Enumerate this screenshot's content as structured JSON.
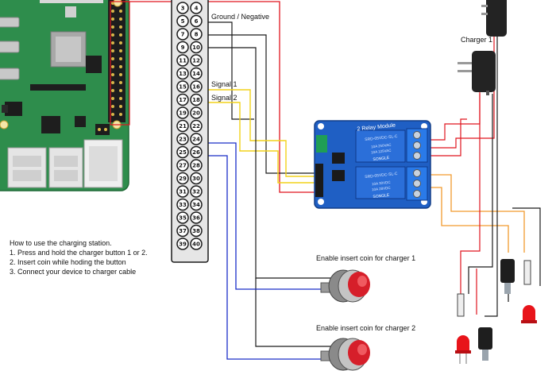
{
  "header": {
    "pins": [
      [
        "3",
        "4"
      ],
      [
        "5",
        "6"
      ],
      [
        "7",
        "8"
      ],
      [
        "9",
        "10"
      ],
      [
        "11",
        "12"
      ],
      [
        "13",
        "14"
      ],
      [
        "15",
        "16"
      ],
      [
        "17",
        "18"
      ],
      [
        "19",
        "20"
      ],
      [
        "21",
        "22"
      ],
      [
        "23",
        "24"
      ],
      [
        "25",
        "26"
      ],
      [
        "27",
        "28"
      ],
      [
        "29",
        "30"
      ],
      [
        "31",
        "32"
      ],
      [
        "33",
        "34"
      ],
      [
        "35",
        "36"
      ],
      [
        "37",
        "38"
      ],
      [
        "39",
        "40"
      ]
    ]
  },
  "labels": {
    "ground": "Ground / Negative",
    "signal1": "Signal 1",
    "signal2": "Signal 2",
    "charger1": "Charger 1",
    "enable1": "Enable insert coin for charger 1",
    "enable2": "Enable insert coin for charger 2"
  },
  "relay": {
    "title": "2 Relay Module",
    "relay_text": "SRD-05VDC-SL-C",
    "ratings": [
      "10A 250VAC",
      "10A 125VAC",
      "10A 30VDC",
      "10A 28VDC"
    ],
    "brand": "SONGLE"
  },
  "instructions": {
    "title": "How to use the charging station.",
    "steps": [
      "1. Press and hold the charger button 1 or 2.",
      "2. Insert coin while hoding the button",
      "3. Connect your device to charger cable"
    ]
  },
  "colors": {
    "wire_red": "#e0141e",
    "wire_yellow": "#f2d21a",
    "wire_blue": "#1a2ec8",
    "wire_black": "#1a1a1a",
    "wire_orange": "#f29a2e",
    "board_green": "#2f8a4a",
    "relay_board": "#1f5fc4",
    "button_red": "#d61f2a",
    "led_red": "#e8141a"
  },
  "icons": [
    "raspberry-pi-board",
    "gpio-header",
    "relay-module",
    "power-adapter",
    "push-button",
    "led",
    "resistor"
  ]
}
